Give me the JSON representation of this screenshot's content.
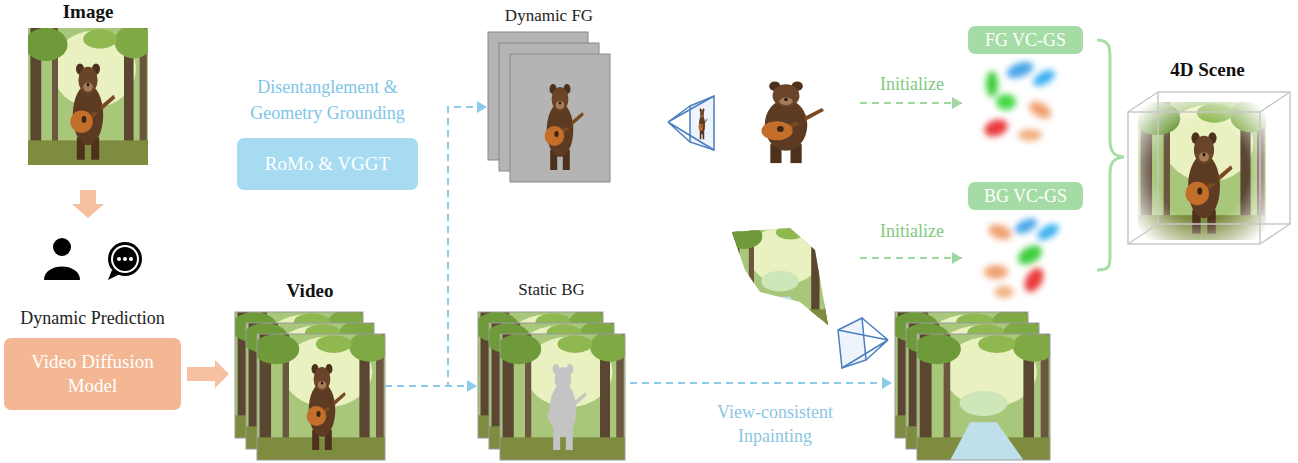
{
  "diagram": {
    "nodes": [
      {
        "text": [
          "Image"
        ]
      },
      {
        "text": [
          "Dynamic Prediction",
          "Video Diffusion Model"
        ]
      },
      {
        "text": [
          "Video"
        ]
      },
      {
        "text": [
          "Disentanglement & Geometry Grounding",
          "RoMo & VGGT"
        ]
      },
      {
        "text": [
          "Dynamic FG"
        ]
      },
      {
        "text": [
          "Static BG"
        ]
      },
      {
        "text": [
          "FG VC-GS"
        ]
      },
      {
        "text": [
          "BG VC-GS"
        ]
      },
      {
        "text": [
          "4D Scene"
        ]
      }
    ],
    "edges": [
      {
        "from": 1,
        "to": 2,
        "arrow": "to"
      },
      {
        "from": 2,
        "to": 4,
        "arrow": "to"
      },
      {
        "from": 2,
        "to": 5,
        "arrow": "to"
      }
    ],
    "labels": [
      "Initialize",
      "Initialize",
      "View-consistent Inpainting"
    ]
  }
}
